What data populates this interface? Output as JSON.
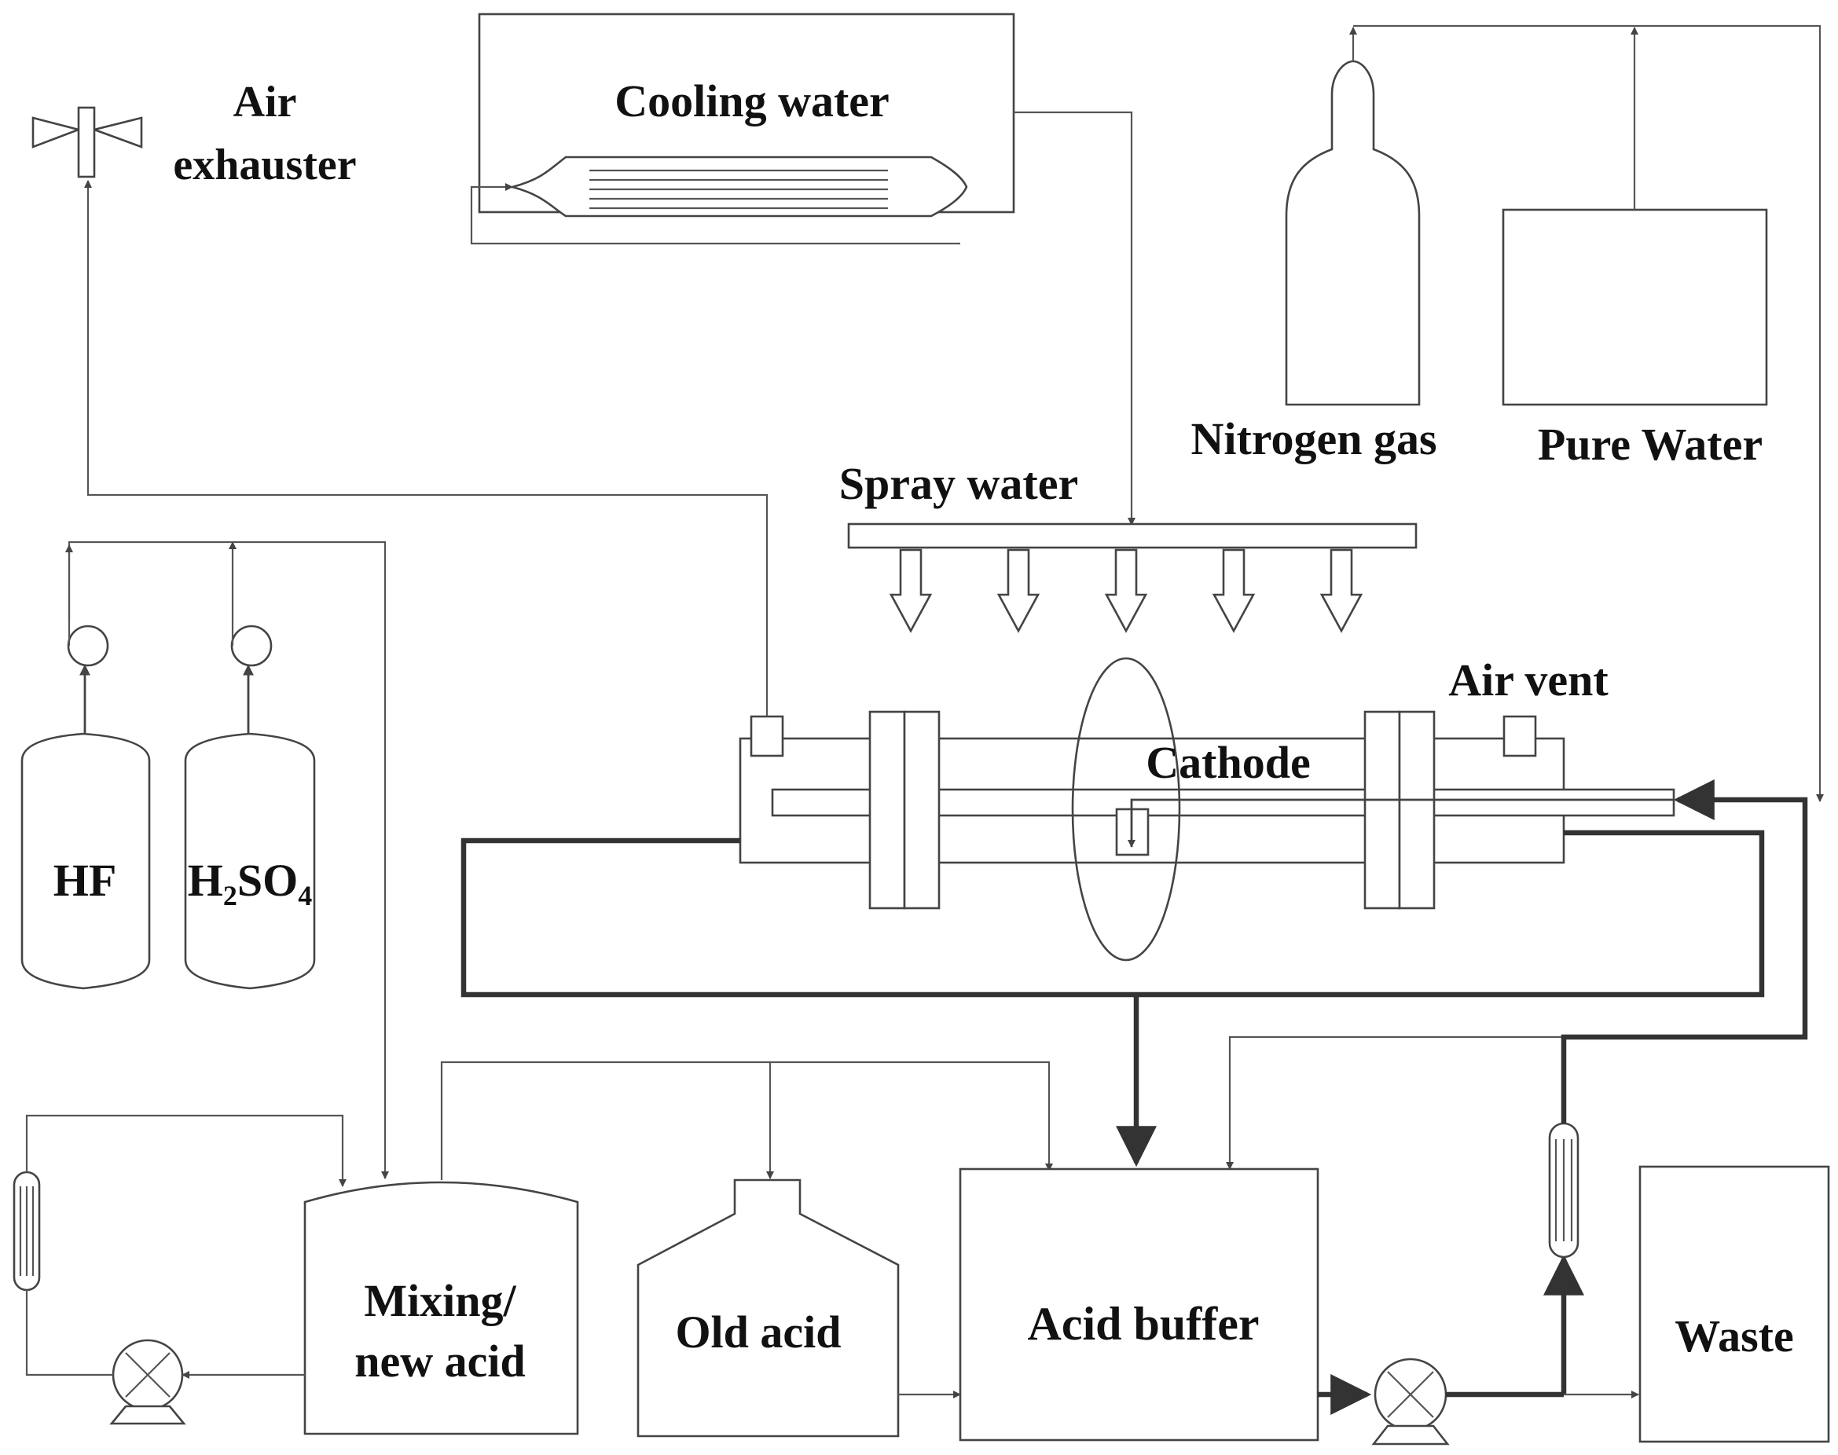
{
  "labels": {
    "air_exhauster_1": "Air",
    "air_exhauster_2": "exhauster",
    "cooling_water": "Cooling water",
    "nitrogen_gas": "Nitrogen gas",
    "pure_water": "Pure Water",
    "spray_water": "Spray water",
    "air_vent": "Air vent",
    "cathode": "Cathode",
    "hf": "HF",
    "h2so4_h": "H",
    "h2so4_2": "2",
    "h2so4_so": "SO",
    "h2so4_4": "4",
    "mixing_1": "Mixing/",
    "mixing_2": "new acid",
    "old_acid": "Old acid",
    "acid_buffer": "Acid buffer",
    "waste": "Waste"
  },
  "colors": {
    "line": "#444444",
    "text": "#111111",
    "fill": "#ffffff"
  },
  "icons": {
    "fan": "air-exhauster-fan-icon",
    "pump": "circulation-pump-icon",
    "heat_exchanger": "heat-exchanger-icon",
    "gas_cylinder": "gas-cylinder-icon",
    "flowmeter": "flowmeter-icon"
  }
}
